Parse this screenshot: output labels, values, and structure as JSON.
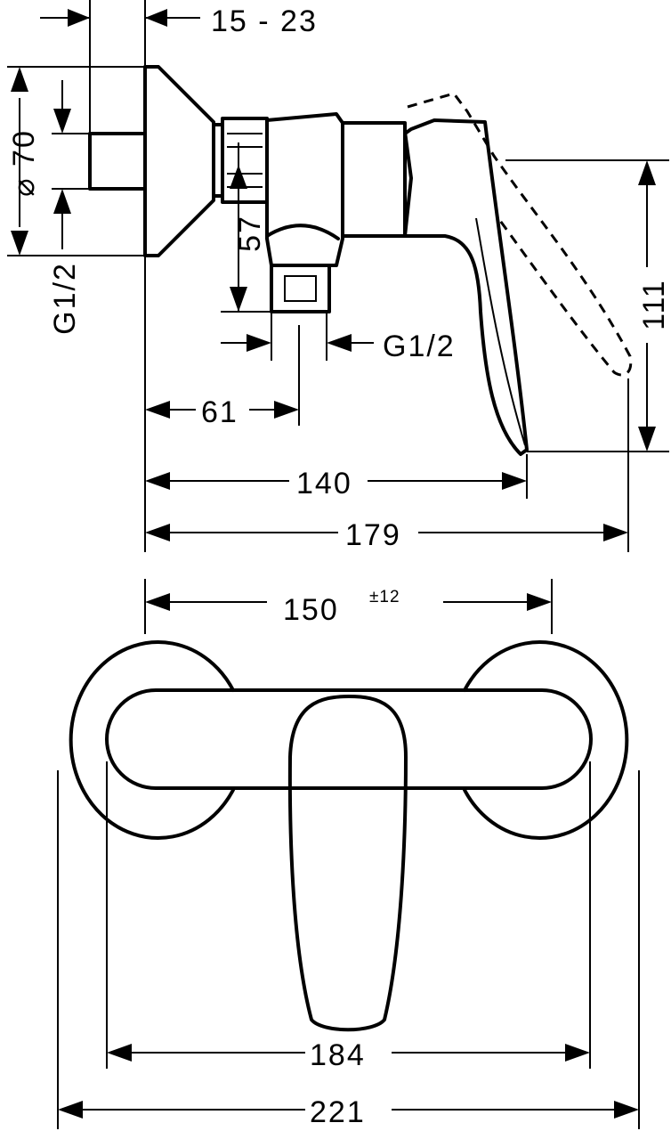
{
  "side_view": {
    "dimensions": {
      "wall_depth": "15 - 23",
      "diameter_symbol": "⌀",
      "diameter": "70",
      "thread_left": "G1/2",
      "offset_57": "57",
      "thread_bottom": "G1/2",
      "depth_61": "61",
      "depth_140": "140",
      "depth_179": "179",
      "height_111": "111"
    }
  },
  "front_view": {
    "dimensions": {
      "centers": "150",
      "centers_tolerance": "±12",
      "width_184": "184",
      "width_221": "221"
    }
  }
}
